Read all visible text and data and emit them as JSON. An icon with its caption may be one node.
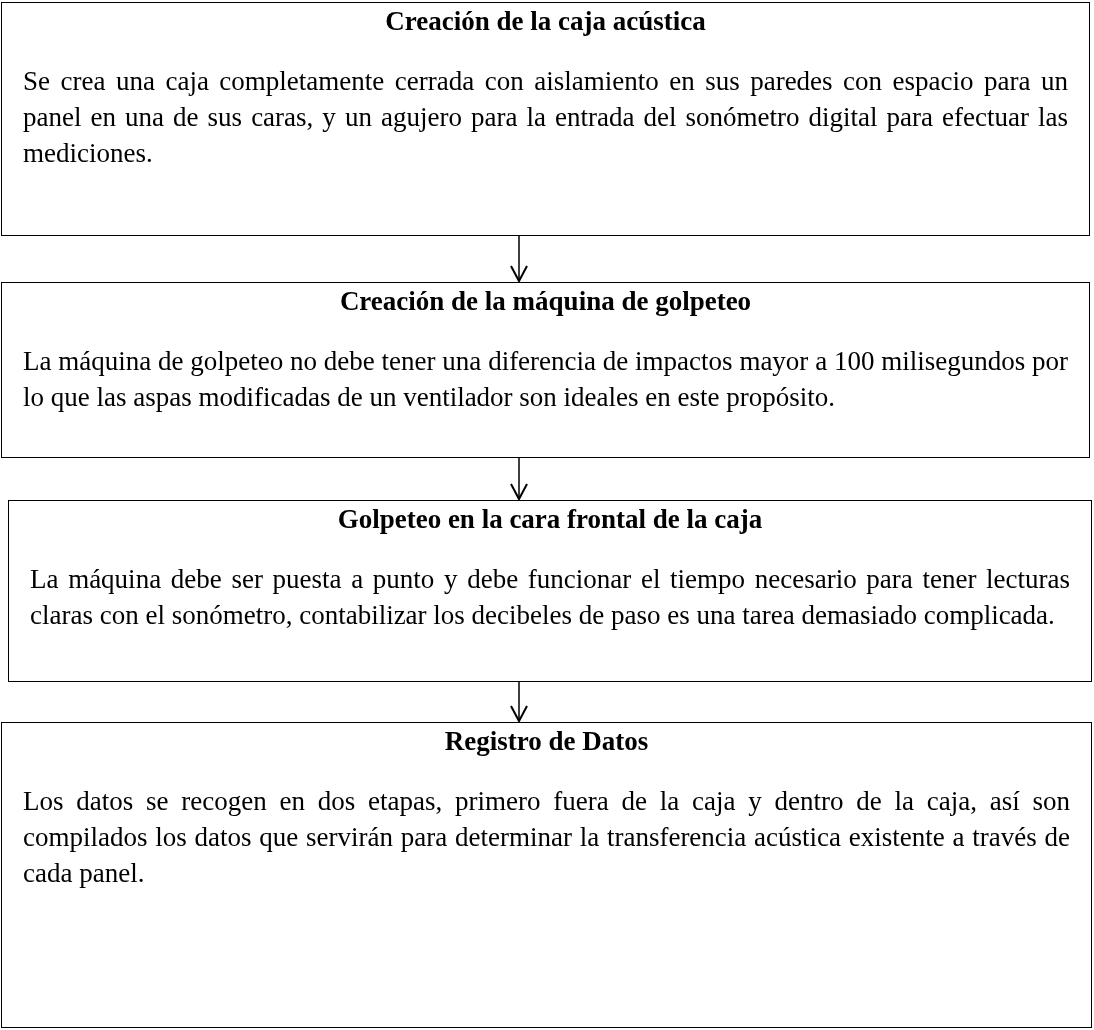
{
  "diagram": {
    "nodes": [
      {
        "text": [
          "Creación de la caja acústica",
          "Se crea una caja completamente cerrada con aislamiento en sus paredes con espacio para un panel en una de sus caras, y un agujero para la entrada del sonómetro digital para efectuar las mediciones."
        ]
      },
      {
        "text": [
          "Creación de la máquina de golpeteo",
          "La máquina de golpeteo no debe tener una diferencia de impactos mayor a 100 milisegundos por lo que las aspas modificadas de un ventilador son ideales en este propósito."
        ]
      },
      {
        "text": [
          "Golpeteo en la cara frontal de la caja",
          "La máquina debe ser puesta a punto y debe funcionar el tiempo necesario para tener lecturas claras con el sonómetro, contabilizar los decibeles de paso es una tarea demasiado complicada."
        ]
      },
      {
        "text": [
          "Registro de Datos",
          "Los datos se recogen en dos etapas, primero fuera de la caja y dentro de la caja, así son compilados los datos que servirán para determinar la transferencia acústica existente a través de cada panel."
        ]
      }
    ],
    "edges": [
      {
        "from": 0,
        "to": 1,
        "arrow": "to"
      },
      {
        "from": 1,
        "to": 2,
        "arrow": "to"
      },
      {
        "from": 2,
        "to": 3,
        "arrow": "to"
      }
    ]
  }
}
